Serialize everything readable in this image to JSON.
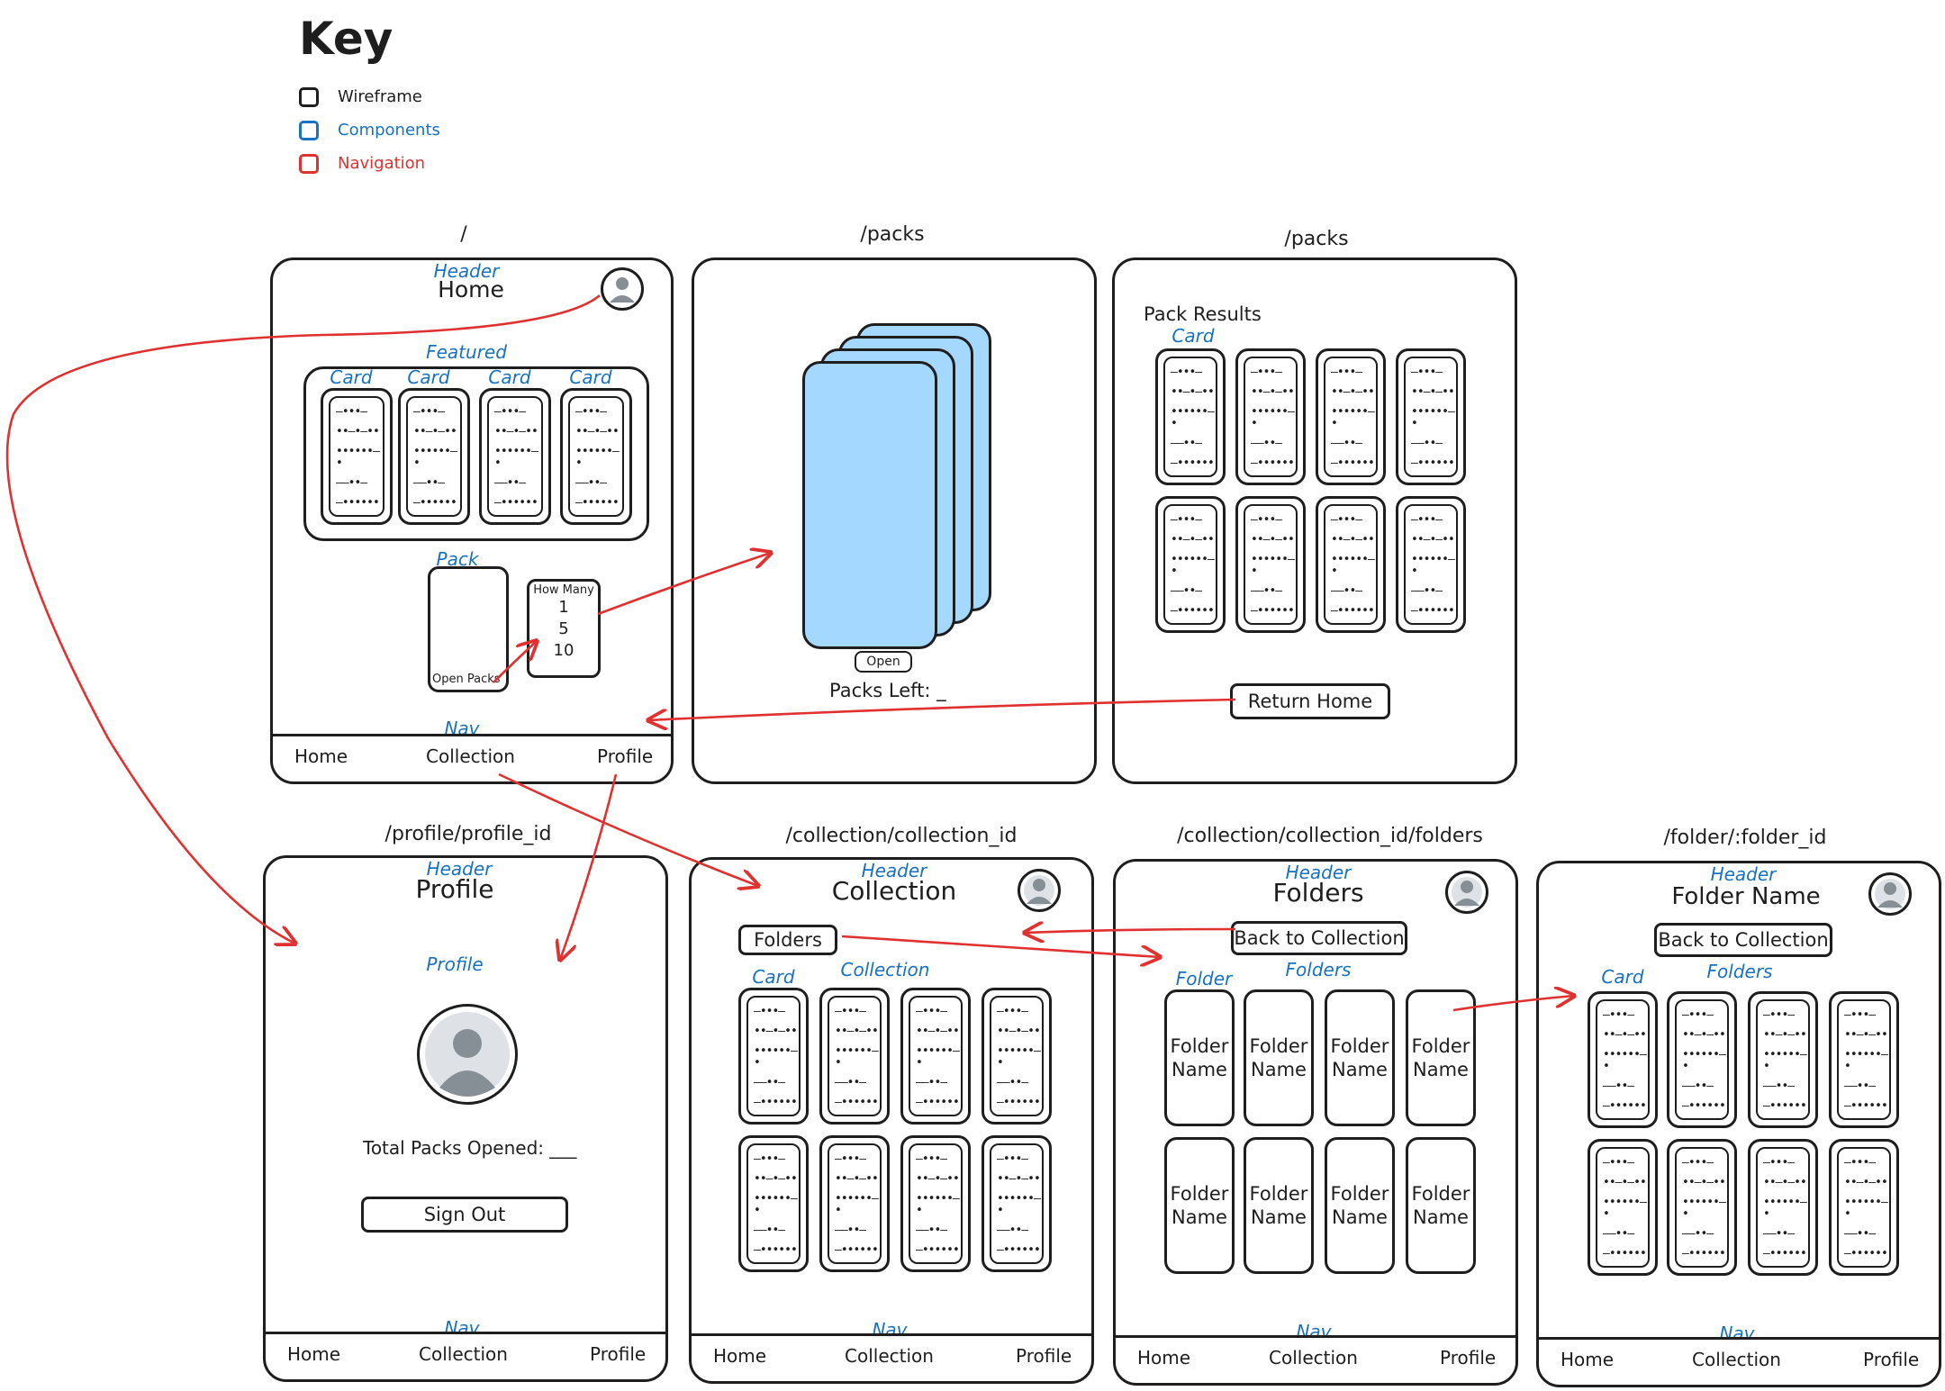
{
  "key": {
    "title": "Key",
    "items": [
      {
        "label": "Wireframe",
        "color": "#1e1e1e"
      },
      {
        "label": "Components",
        "color": "#1971c2"
      },
      {
        "label": "Navigation",
        "color": "#e03131"
      }
    ]
  },
  "card_lines": [
    "—•••—",
    "••—•—••",
    "••••••—•",
    "——••—",
    "—••••••"
  ],
  "nav_items": [
    "Home",
    "Collection",
    "Profile"
  ],
  "labels": {
    "header": "Header",
    "nav": "Nav",
    "card": "Card",
    "folder": "Folder",
    "folders": "Folders",
    "collection": "Collection",
    "featured": "Featured",
    "pack": "Pack",
    "profile": "Profile"
  },
  "screens": {
    "home": {
      "route": "/",
      "title": "Home",
      "pack_button": "Open Packs",
      "how_many_title": "How Many",
      "how_many_options": [
        "1",
        "5",
        "10"
      ]
    },
    "packs_open": {
      "route": "/packs",
      "open_button": "Open",
      "packs_left": "Packs Left: _"
    },
    "packs_results": {
      "route": "/packs",
      "heading": "Pack Results",
      "return_button": "Return Home"
    },
    "profile": {
      "route": "/profile/profile_id",
      "title": "Profile",
      "total_packs": "Total Packs Opened: ___",
      "sign_out": "Sign Out"
    },
    "collection": {
      "route": "/collection/collection_id",
      "title": "Collection",
      "folders_button": "Folders"
    },
    "folders": {
      "route": "/collection/collection_id/folders",
      "title": "Folders",
      "back_button": "Back to Collection",
      "folder_name": [
        "Folder",
        "Name"
      ]
    },
    "folder_detail": {
      "route": "/folder/:folder_id",
      "title": "Folder Name",
      "back_button": "Back to Collection"
    }
  },
  "colors": {
    "ink": "#1e1e1e",
    "component": "#1971c2",
    "navigation": "#e03131",
    "pack_fill": "#a5d8ff"
  }
}
